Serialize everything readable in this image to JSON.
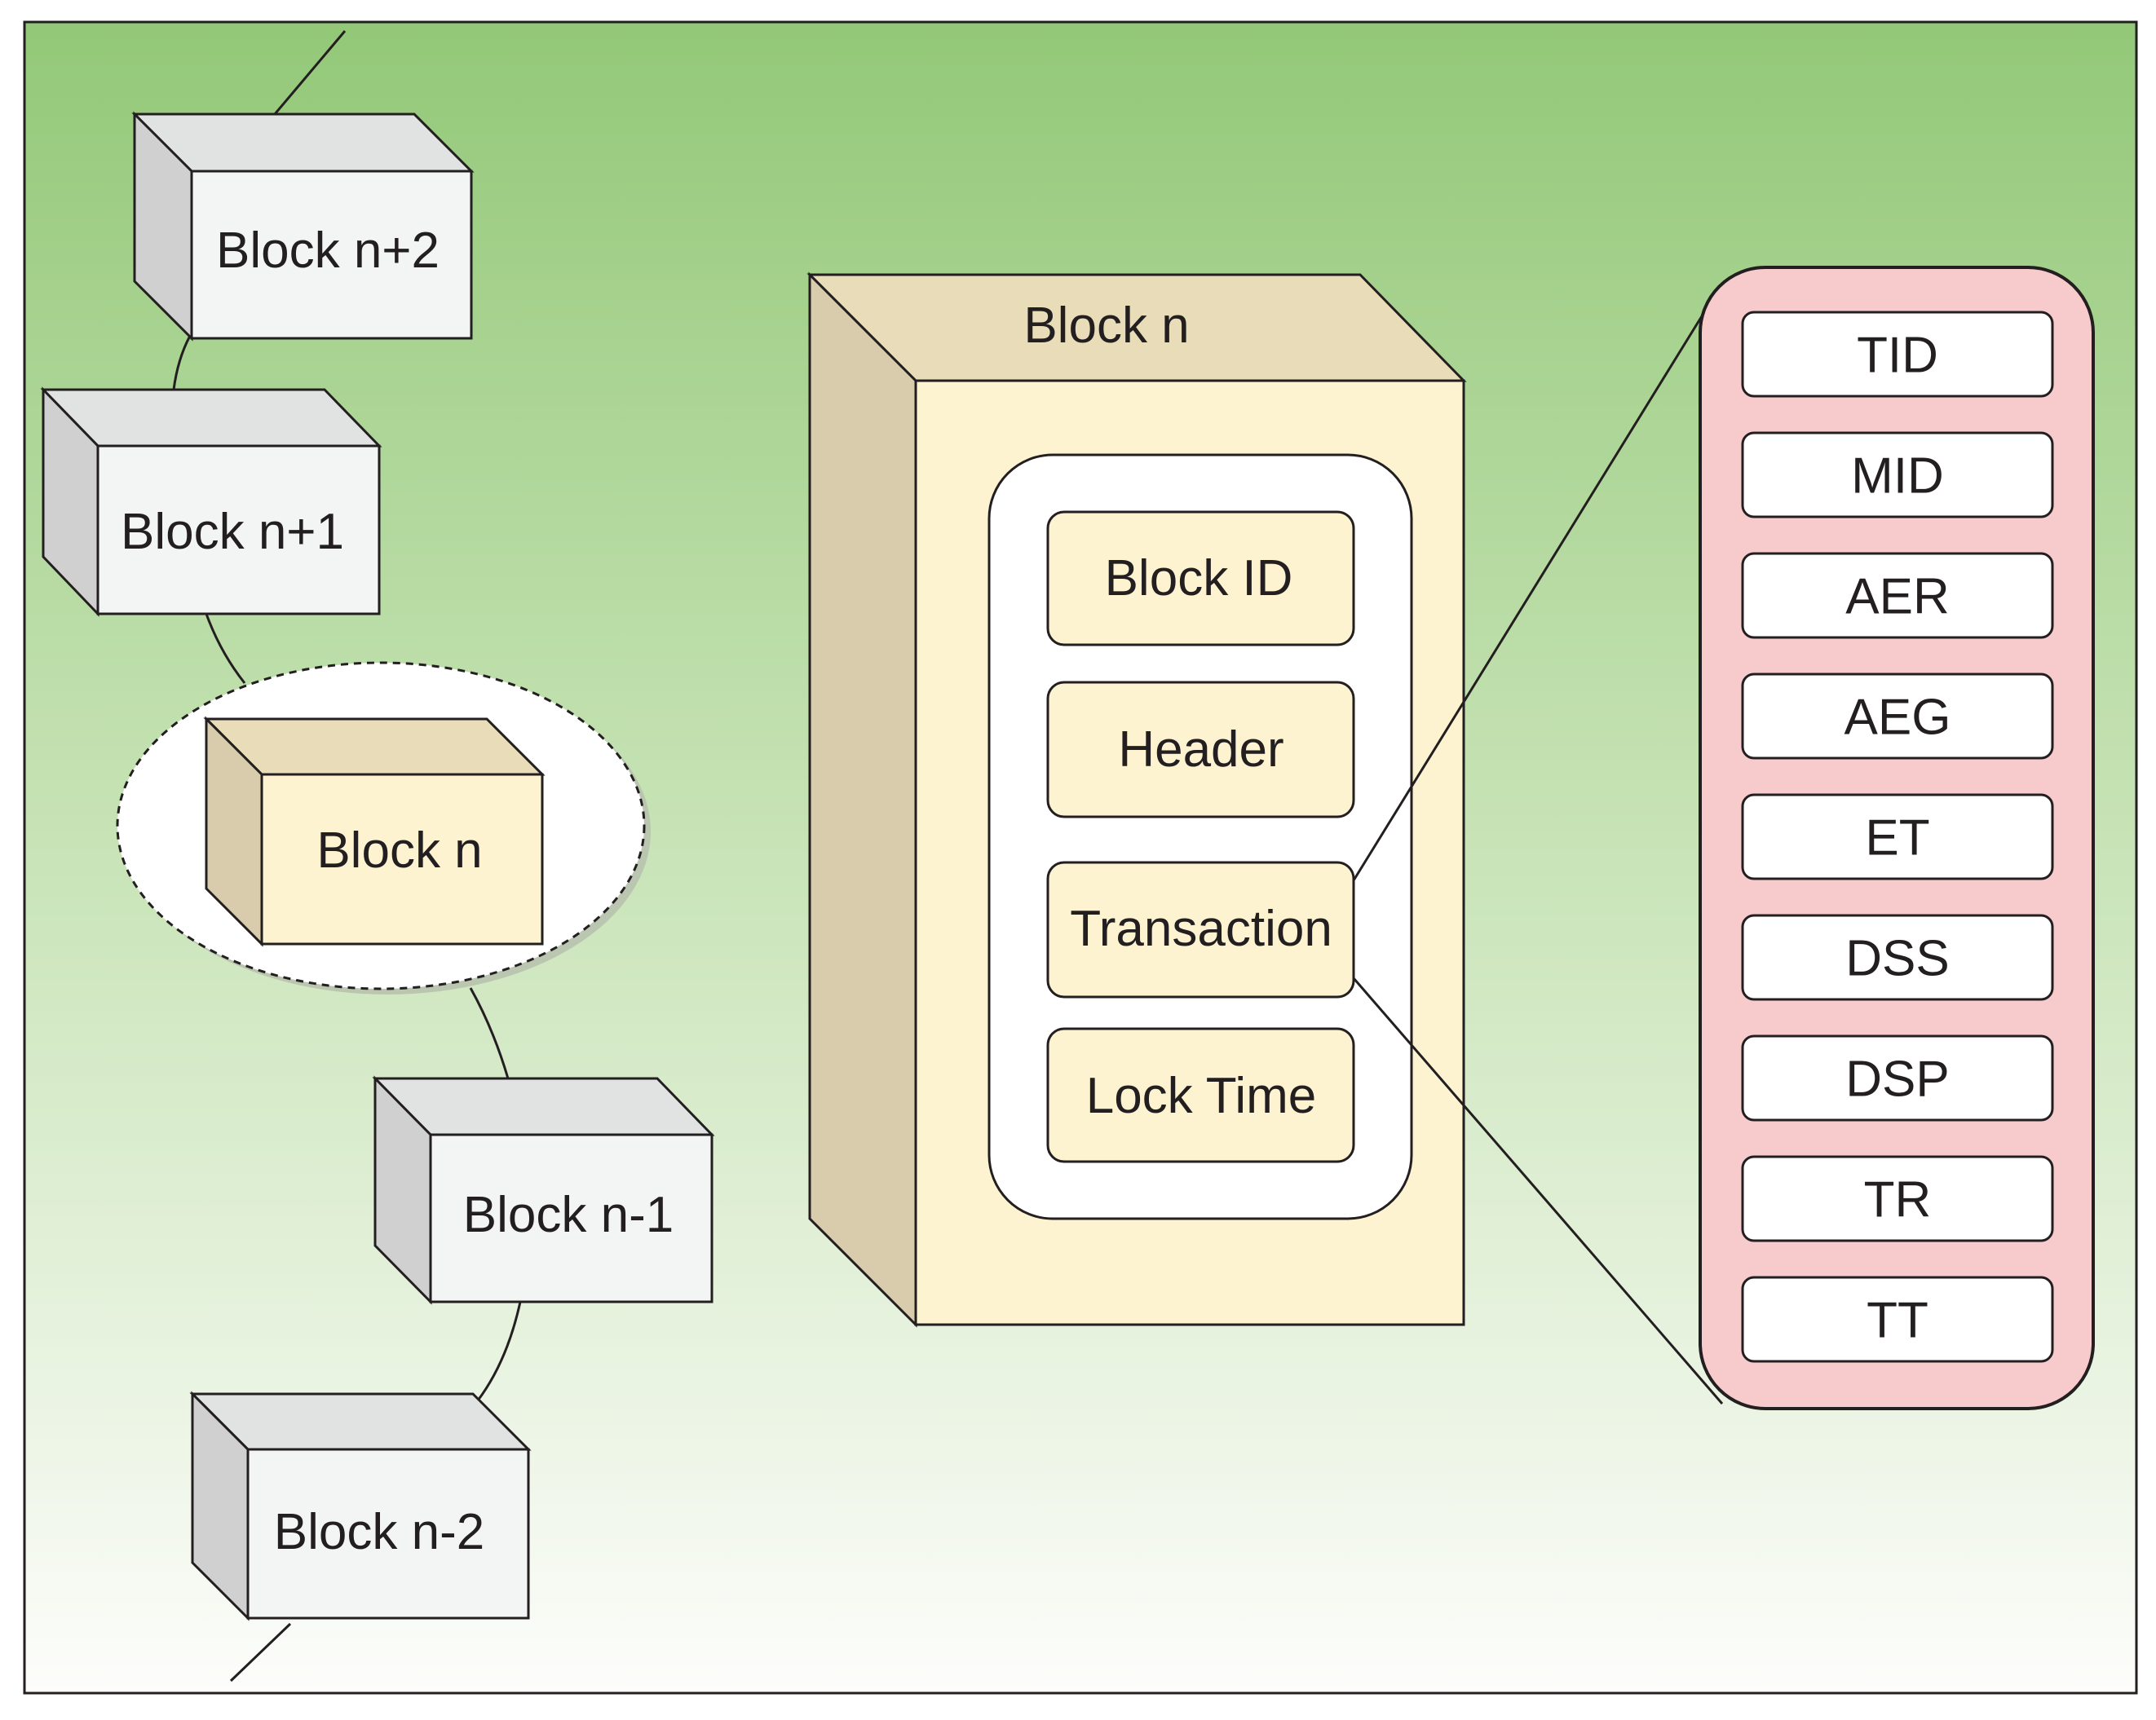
{
  "chain": {
    "blocks": [
      {
        "id": "n+2",
        "label": "Block n+2"
      },
      {
        "id": "n+1",
        "label": "Block n+1"
      },
      {
        "id": "n",
        "label": "Block n"
      },
      {
        "id": "n-1",
        "label": "Block n-1"
      },
      {
        "id": "n-2",
        "label": "Block n-2"
      }
    ]
  },
  "detail": {
    "title": "Block n",
    "fields": [
      {
        "id": "block-id",
        "label": "Block ID"
      },
      {
        "id": "header",
        "label": "Header"
      },
      {
        "id": "transaction",
        "label": "Transaction"
      },
      {
        "id": "lock-time",
        "label": "Lock Time"
      }
    ]
  },
  "transaction_fields": [
    "TID",
    "MID",
    "AER",
    "AEG",
    "ET",
    "DSS",
    "DSP",
    "TR",
    "TT"
  ],
  "colors": {
    "background_top": "#93c878",
    "background_bottom": "#fdfdfb",
    "block_face": "#f3f5f5",
    "block_top": "#e1e2e2",
    "block_side": "#d0d0d0",
    "selected_face": "#fdf3d1",
    "selected_top": "#e9ddb9",
    "selected_side": "#d8ccad",
    "field_fill": "#fdf3d1",
    "panel_fill": "#f7cbcb",
    "outline": "#231f20"
  }
}
